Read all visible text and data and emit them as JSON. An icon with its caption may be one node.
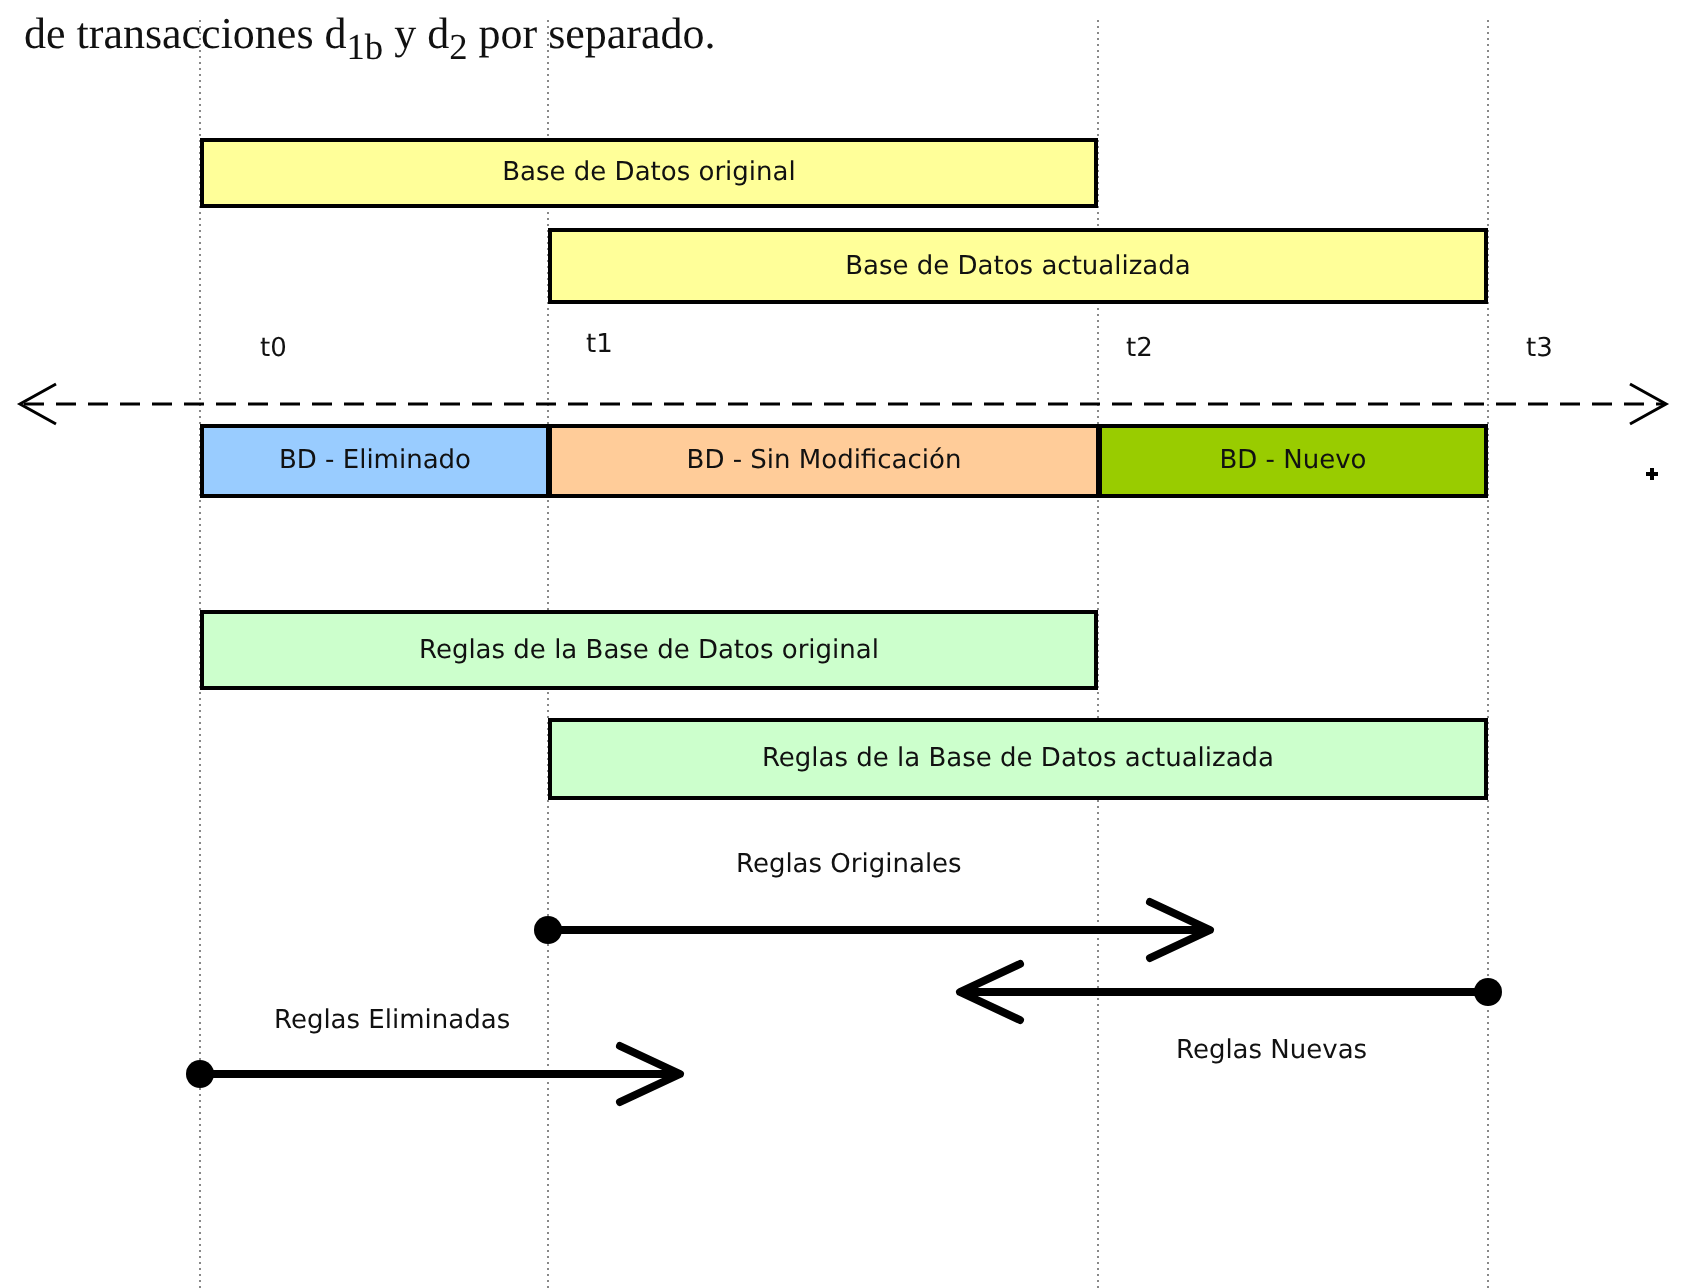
{
  "diagram": {
    "nodes": [
      {
        "text": [
          "Base de Datos original"
        ]
      },
      {
        "text": [
          "Base de Datos actualizada"
        ]
      },
      {
        "text": [
          "BD - Eliminado"
        ]
      },
      {
        "text": [
          "BD - Sin Modificación"
        ]
      },
      {
        "text": [
          "BD - Nuevo"
        ]
      },
      {
        "text": [
          "Reglas de la Base de Datos original"
        ]
      },
      {
        "text": [
          "Reglas de la Base de Datos actualizada"
        ]
      }
    ],
    "edges": [],
    "labels": [
      "de transacciones d$_{1b}$ y d$_{2}$ por separado.",
      "t0",
      "t1",
      "t2",
      "t3",
      "Reglas Originales",
      "Reglas Eliminadas",
      "Reglas Nuevas"
    ]
  }
}
